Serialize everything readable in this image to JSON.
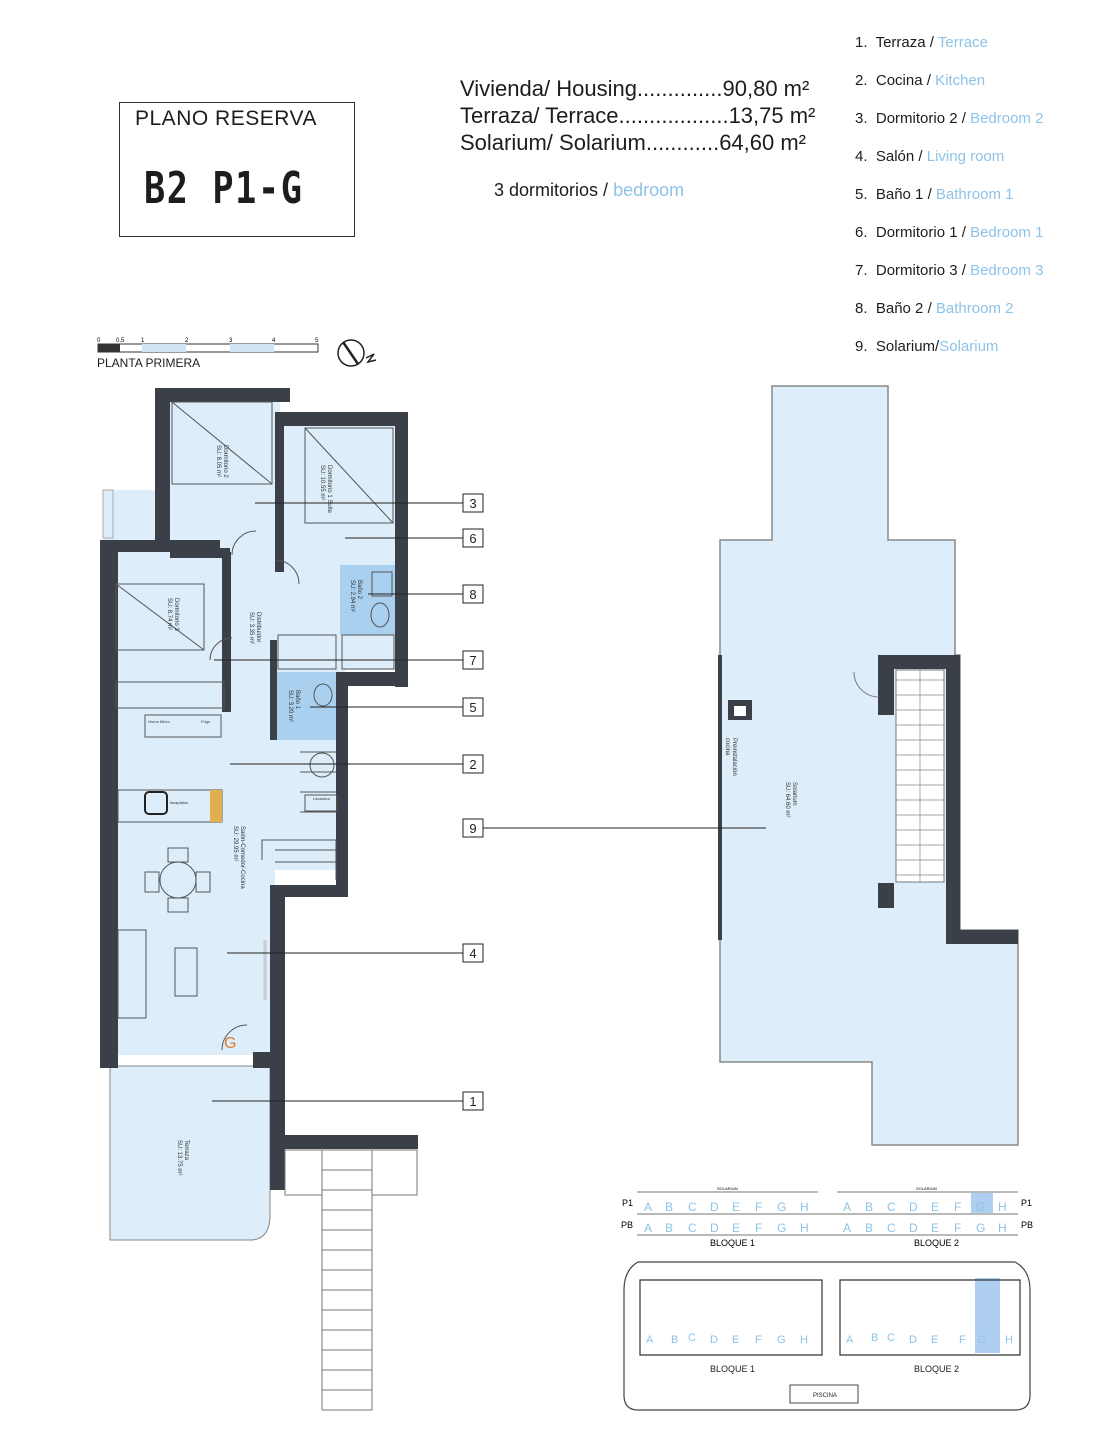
{
  "header": {
    "box_title": "PLANO RESERVA",
    "unit_code": "B2 P1-G"
  },
  "areas": [
    {
      "label": "Vivienda/ Housing..............90,80 m²"
    },
    {
      "label": "Terraza/ Terrace..................13,75 m²"
    },
    {
      "label": "Solarium/ Solarium............64,60 m²"
    }
  ],
  "bedrooms": {
    "count_text": "3 dormitorios /",
    "en": "bedroom"
  },
  "legend": [
    {
      "num": "1.",
      "es": "Terraza /",
      "en": "Terrace"
    },
    {
      "num": "2.",
      "es": "Cocina /",
      "en": "Kitchen"
    },
    {
      "num": "3.",
      "es": "Dormitorio 2 /",
      "en": "Bedroom 2"
    },
    {
      "num": "4.",
      "es": "Salón /",
      "en": "Living room"
    },
    {
      "num": "5.",
      "es": "Baño 1 /",
      "en": "Bathroom 1"
    },
    {
      "num": "6.",
      "es": "Dormitorio 1 /",
      "en": "Bedroom 1"
    },
    {
      "num": "7.",
      "es": "Dormitorio 3 /",
      "en": "Bedroom 3"
    },
    {
      "num": "8.",
      "es": "Baño 2 /",
      "en": "Bathroom 2"
    },
    {
      "num": "9.",
      "es": "Solarium/",
      "en": "Solarium"
    }
  ],
  "scale": {
    "ticks": [
      "0",
      "0.5",
      "1",
      "2",
      "3",
      "4",
      "5"
    ],
    "floor_label": "PLANTA PRIMERA"
  },
  "rooms": {
    "dorm2": {
      "name": "Dormitorio 2",
      "area": "SU: 8.05 m²"
    },
    "dorm1": {
      "name": "Dormitorio 1 Suite",
      "area": "SU: 10.55 m²"
    },
    "bano2": {
      "name": "Baño 2",
      "area": "SU: 2.94 m²"
    },
    "dorm3": {
      "name": "Dormitorio 3",
      "area": "SU: 8.74 m²"
    },
    "distrib": {
      "name": "Distribuidor",
      "area": "SU: 3.35 m²"
    },
    "bano1": {
      "name": "Baño 1",
      "area": "SU: 3.20 m²"
    },
    "salon": {
      "name": "Salón-Comedor-Cocina",
      "area": "SU: 29.95 m²"
    },
    "terraza": {
      "name": "Terraza",
      "area": "SU: 13.75 m²"
    },
    "solarium": {
      "name": "Solarium",
      "area": "SU: 64.60 m²"
    },
    "preinst": {
      "name": "Preinstalación",
      "area": "cocina"
    },
    "horno": "Horno Micro",
    "frigo": "Frigo",
    "lavaplatos": "lavaplatos",
    "lavadora": "Lavadora"
  },
  "callouts": [
    "3",
    "6",
    "8",
    "7",
    "5",
    "2",
    "9",
    "4",
    "1"
  ],
  "blocks": {
    "row_labels": [
      "P1",
      "PB"
    ],
    "letters": [
      "A",
      "B",
      "C",
      "D",
      "E",
      "F",
      "G",
      "H"
    ],
    "solarium_label": "SOLARIUM",
    "block1": "BLOQUE 1",
    "block2": "BLOQUE 2",
    "pool": "PISCINA",
    "highlight_color": "#aecff0",
    "wall_color": "#3b4048",
    "floor_color": "#ddeefa"
  }
}
